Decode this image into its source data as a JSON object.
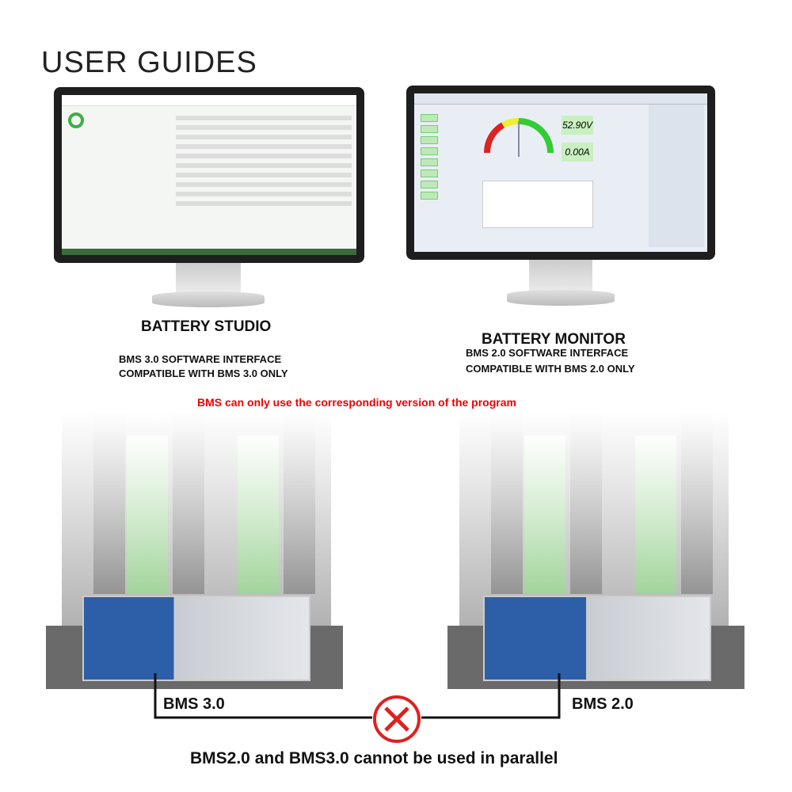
{
  "header": {
    "title": "USER GUIDES"
  },
  "left": {
    "name": "BATTERY STUDIO",
    "line1": "BMS 3.0 SOFTWARE INTERFACE",
    "line2": "COMPATIBLE WITH BMS 3.0 ONLY",
    "bms_label": "BMS 3.0"
  },
  "right": {
    "name": "BATTERY MONITOR",
    "line1": "BMS 2.0 SOFTWARE INTERFACE",
    "line2": "COMPATIBLE WITH BMS 2.0 ONLY",
    "bms_label": "BMS 2.0",
    "voltage": "52.90V",
    "current": "0.00A"
  },
  "notice": "BMS can only use the corresponding version of the program",
  "footer": "BMS2.0 and BMS3.0 cannot be used in parallel",
  "colors": {
    "notice": "#e00000",
    "cross": "#e02020",
    "accent_green": "#3cb043"
  }
}
